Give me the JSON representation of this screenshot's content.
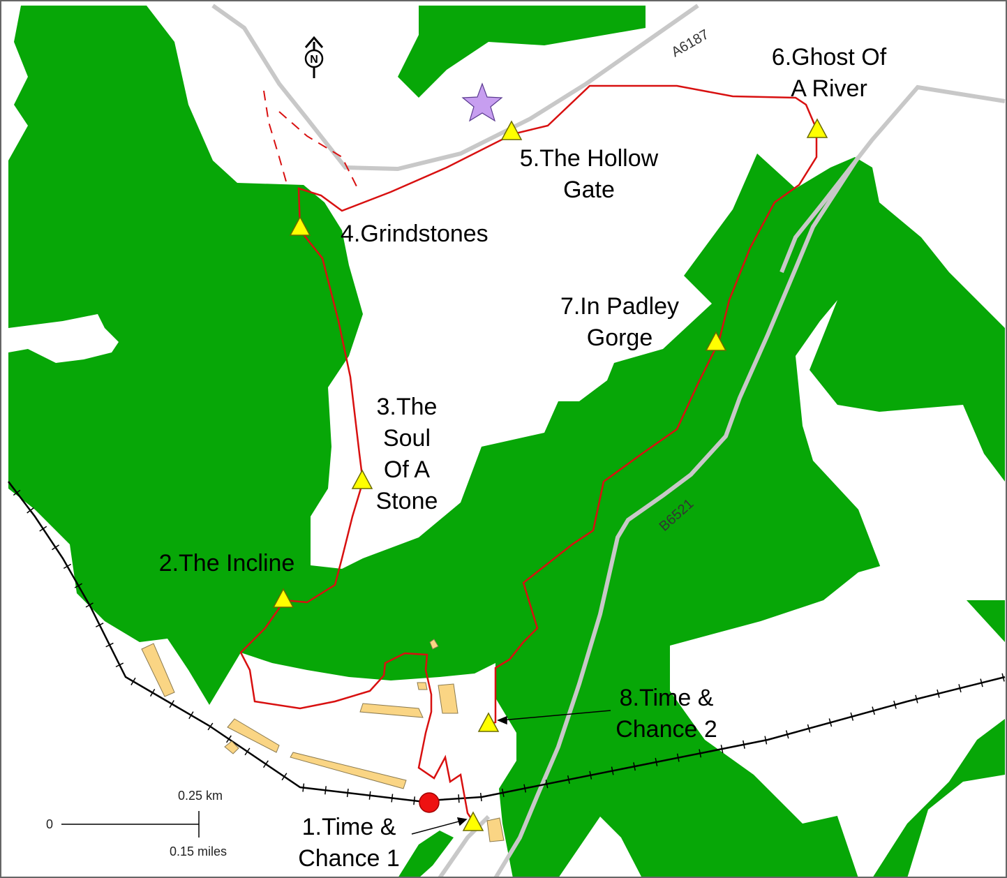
{
  "colors": {
    "woodland": "#07a707",
    "building": "#fad584",
    "route": "#d81010",
    "road": "#c8c8c8",
    "railway": "#000000",
    "waypoint": "#ffff00",
    "start": "#ee1111",
    "poi": "#c79ef0"
  },
  "roads": {
    "a6187": "A6187",
    "b6521": "B6521"
  },
  "waypoints": [
    {
      "id": "wp1",
      "lines": [
        "1.Time &",
        "Chance 1"
      ]
    },
    {
      "id": "wp2",
      "lines": [
        "2.The Incline"
      ]
    },
    {
      "id": "wp3",
      "lines": [
        "3.The",
        "Soul",
        "Of A",
        "Stone"
      ]
    },
    {
      "id": "wp4",
      "lines": [
        "4.Grindstones"
      ]
    },
    {
      "id": "wp5",
      "lines": [
        "5.The Hollow",
        "Gate"
      ]
    },
    {
      "id": "wp6",
      "lines": [
        "6.Ghost Of",
        "A River"
      ]
    },
    {
      "id": "wp7",
      "lines": [
        "7.In Padley",
        "Gorge"
      ]
    },
    {
      "id": "wp8",
      "lines": [
        "8.Time &",
        "Chance 2"
      ]
    }
  ],
  "scale": {
    "km_label": "0.25 km",
    "miles_label": "0.15 miles",
    "zero_label": "0"
  },
  "compass": {
    "label": "N",
    "icon": "north-arrow-icon"
  },
  "markers": {
    "start_icon": "red-dot-icon",
    "poi_icon": "star-icon",
    "waypoint_icon": "triangle-icon"
  }
}
